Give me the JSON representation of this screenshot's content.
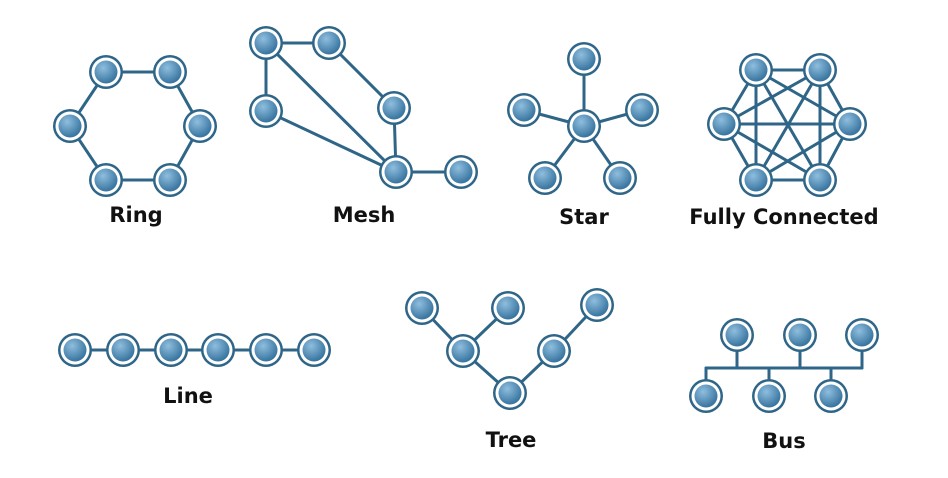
{
  "colors": {
    "link": "#2f6688",
    "node_outer": "#2f6688",
    "node_ring": "#ffffff",
    "node_inner_light": "#8fbede",
    "node_inner_dark": "#2f6d99",
    "label": "#111111"
  },
  "topologies": [
    {
      "key": "ring",
      "label": "Ring"
    },
    {
      "key": "mesh",
      "label": "Mesh"
    },
    {
      "key": "star",
      "label": "Star"
    },
    {
      "key": "fully",
      "label": "Fully Connected"
    },
    {
      "key": "line",
      "label": "Line"
    },
    {
      "key": "tree",
      "label": "Tree"
    },
    {
      "key": "bus",
      "label": "Bus"
    }
  ]
}
